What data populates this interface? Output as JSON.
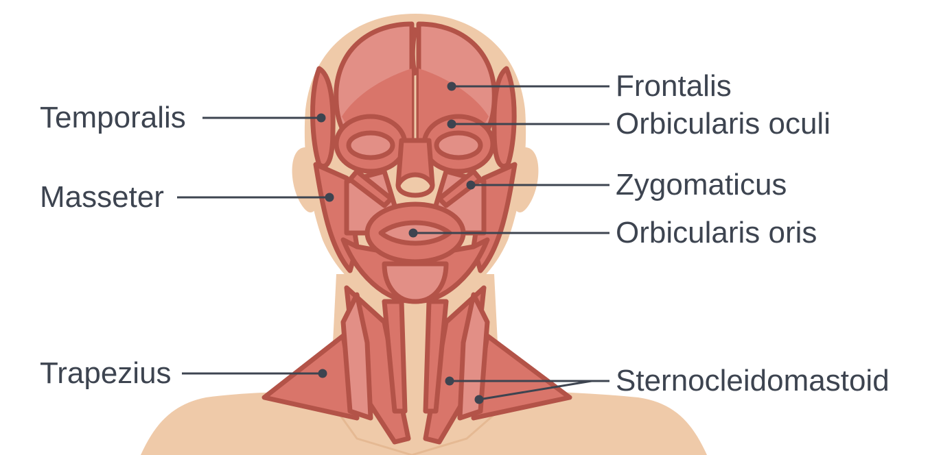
{
  "colors": {
    "skin": "#efcaa9",
    "skin_shadow": "#e5b993",
    "muscle_dark": "#b35348",
    "muscle_mid": "#d9756a",
    "muscle_light": "#e28f86",
    "leader_line": "#3d4450",
    "label_text": "#3d4450"
  },
  "labels": {
    "temporalis": "Temporalis",
    "masseter": "Masseter",
    "trapezius": "Trapezius",
    "frontalis": "Frontalis",
    "orbicularis_oculi": "Orbicularis oculi",
    "zygomaticus": "Zygomaticus",
    "orbicularis_oris": "Orbicularis oris",
    "sternocleidomastoid": "Sternocleidomastoid"
  }
}
